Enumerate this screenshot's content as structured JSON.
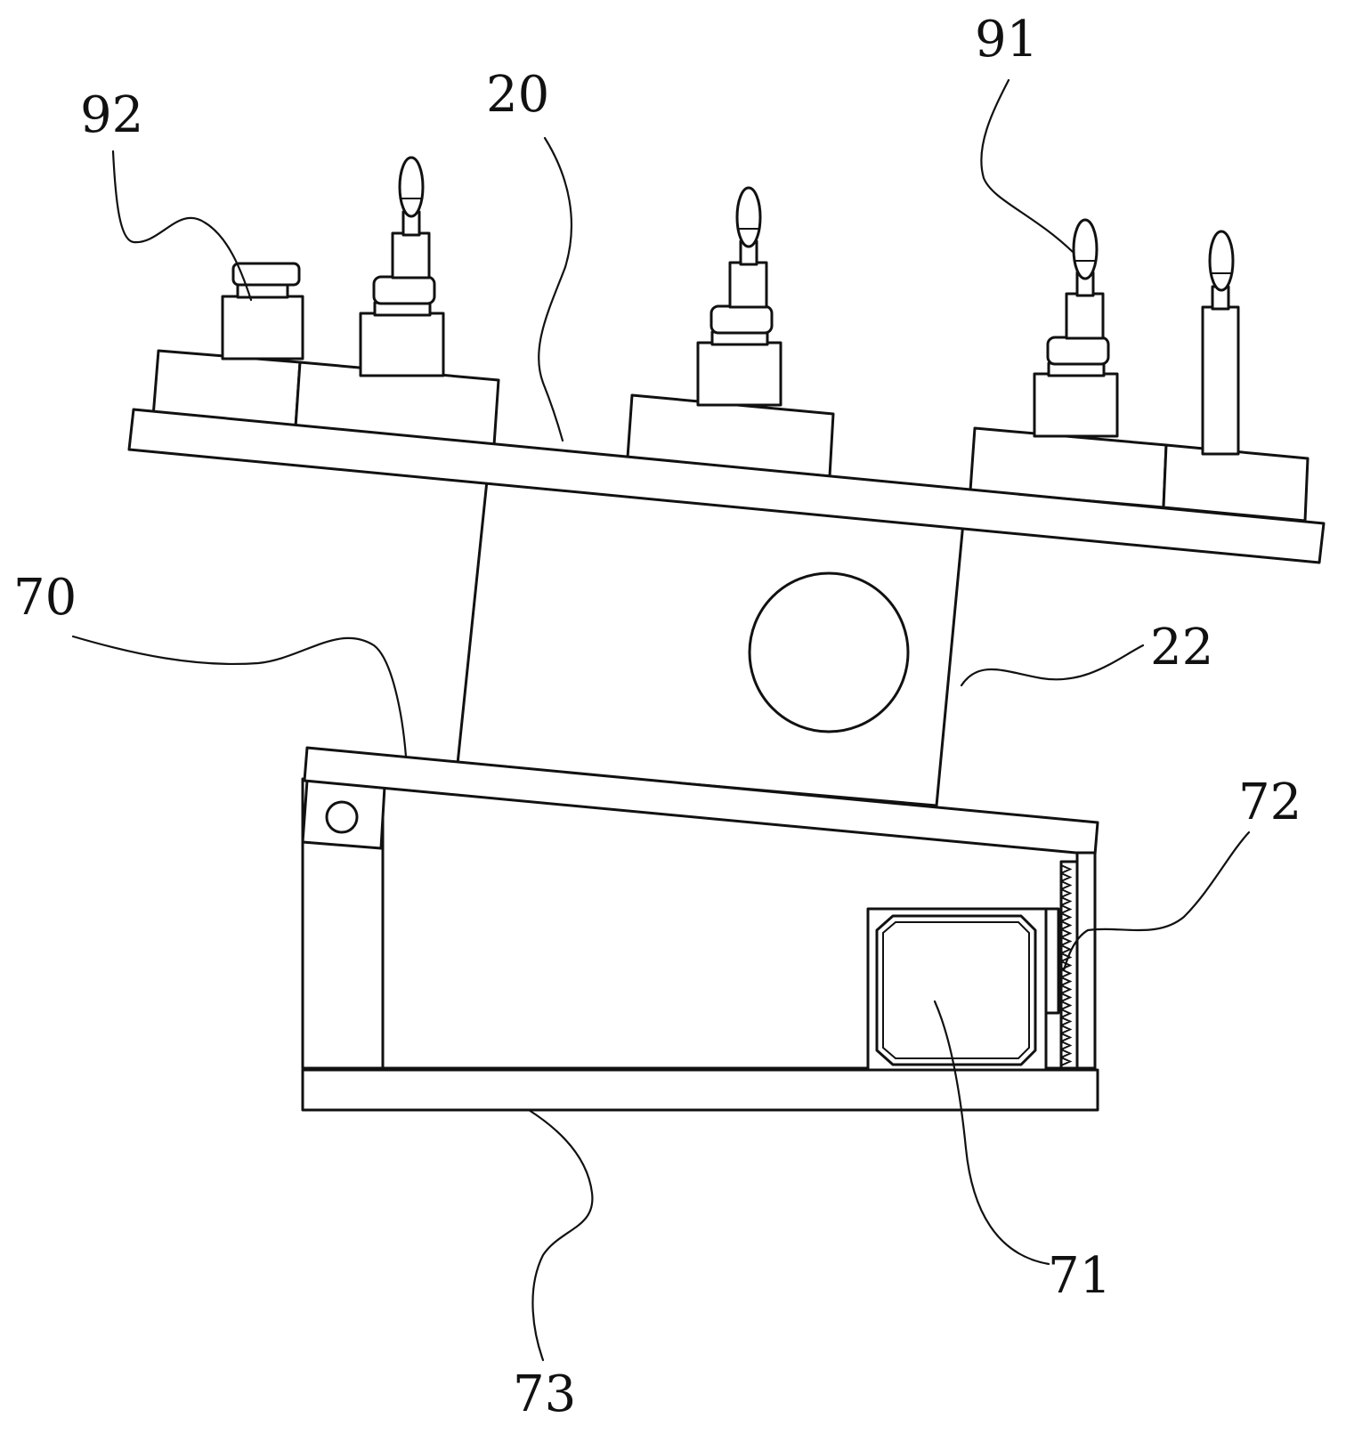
{
  "figure": {
    "labels": {
      "l92": "92",
      "l20": "20",
      "l91": "91",
      "l70": "70",
      "l22": "22",
      "l72": "72",
      "l71": "71",
      "l73": "73"
    }
  }
}
